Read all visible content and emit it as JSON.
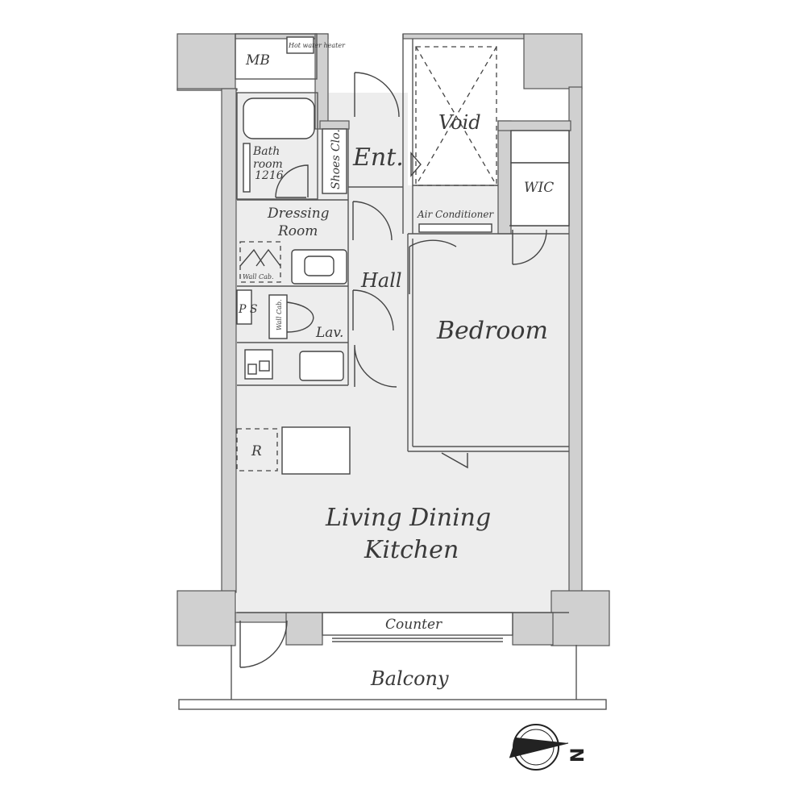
{
  "rooms": {
    "mb": "MB",
    "water_heater": "Hot water heater",
    "bathroom_line1": "Bath",
    "bathroom_line2": "room",
    "bathroom_size": "1216",
    "shoes_closet": "Shoes Clo.",
    "entrance": "Ent.",
    "void": "Void",
    "wic": "WIC",
    "air_conditioner": "Air Conditioner",
    "dressing_line1": "Dressing",
    "dressing_line2": "Room",
    "wall_cab": "Wall Cab.",
    "hall": "Hall",
    "ps": "P S",
    "lav_cab": "Wall Cab.",
    "lav": "Lav.",
    "bedroom": "Bedroom",
    "refrigerator": "R",
    "ldk_line1": "Living Dining",
    "ldk_line2": "Kitchen",
    "counter": "Counter",
    "balcony": "Balcony"
  },
  "compass": {
    "north_label": "N"
  }
}
